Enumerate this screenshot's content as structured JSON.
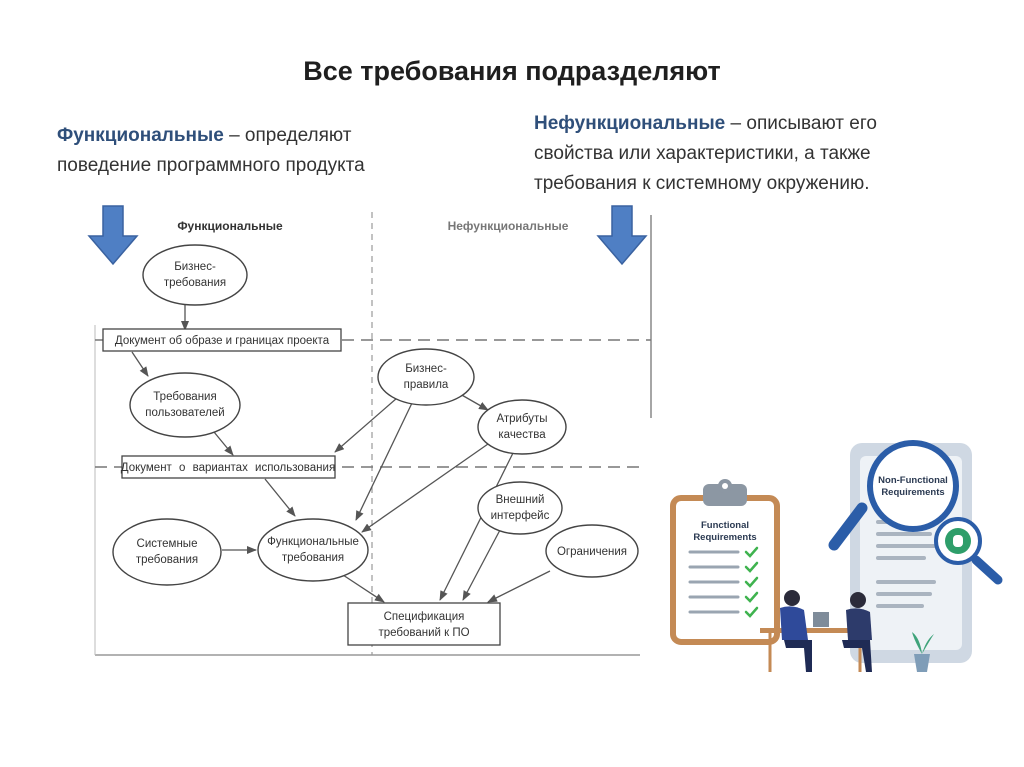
{
  "slide": {
    "title": "Все требования подразделяют"
  },
  "intro": {
    "functional_term": "Функциональные",
    "functional_text_1": " – определяют",
    "functional_text_2": "поведение программного продукта",
    "nonfunctional_term": "Нефункциональные",
    "nonfunctional_text_1": " – описывают его",
    "nonfunctional_text_2": "свойства или характеристики, а также",
    "nonfunctional_text_3": "требования к системному окружению."
  },
  "diagram": {
    "col_functional": "Функциональные",
    "col_nonfunctional": "Нефункциональные",
    "business_req_1": "Бизнес-",
    "business_req_2": "требования",
    "vision_doc": "Документ об образе и границах проекта",
    "user_req_1": "Требования",
    "user_req_2": "пользователей",
    "business_rules_1": "Бизнес-",
    "business_rules_2": "правила",
    "quality_attr_1": "Атрибуты",
    "quality_attr_2": "качества",
    "usecase_doc": "Документ о вариантах использования",
    "external_if_1": "Внешний",
    "external_if_2": "интерфейс",
    "system_req_1": "Системные",
    "system_req_2": "требования",
    "func_req_1": "Функциональные",
    "func_req_2": "требования",
    "constraints": "Ограничения",
    "spec_1": "Спецификация",
    "spec_2": "требований к ПО"
  },
  "illustration": {
    "functional_card_1": "Functional",
    "functional_card_2": "Requirements",
    "nonfunctional_card_1": "Non-Functional",
    "nonfunctional_card_2": "Requirements"
  },
  "colors": {
    "arrow_blue": "#4f7fc4",
    "accent_dark": "#2f4f7a",
    "clipboard": "#c48a55",
    "check_green": "#3fb34f",
    "magnifier": "#2b5da8"
  }
}
